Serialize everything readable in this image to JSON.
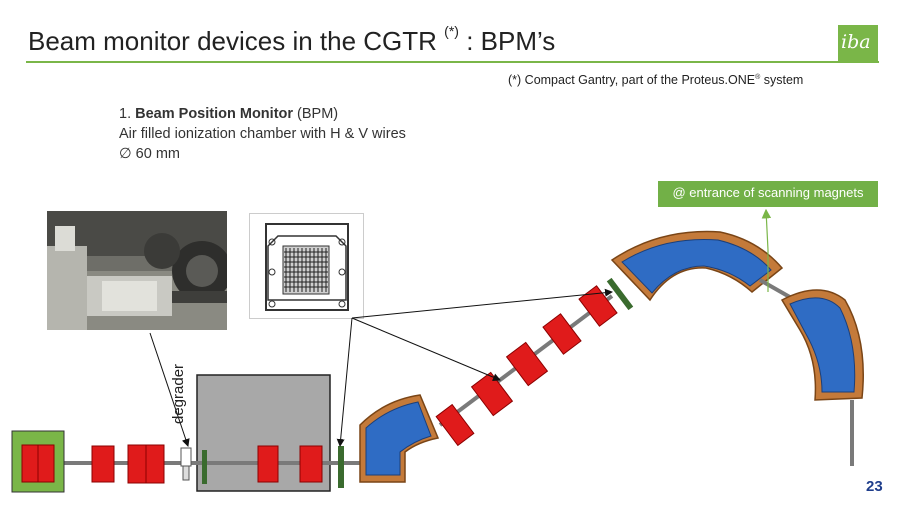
{
  "header": {
    "title": "Beam monitor devices in the CGTR",
    "title_sup": "(*)",
    "title_suffix": ": BPM’s",
    "logo_text": "iba",
    "accent_color": "#7ab648"
  },
  "footnote": {
    "text": "(*) Compact Gantry, part of the Proteus.ONE",
    "reg": "®",
    "suffix": " system"
  },
  "description": {
    "item_prefix": "1. ",
    "item_bold": "Beam Position Monitor",
    "item_suffix": " (BPM)",
    "line2": "Air filled ionization chamber with H & V wires",
    "line3": "∅ 60 mm"
  },
  "location_tag": "@ entrance of scanning magnets",
  "degrader_label": "degrader",
  "page_number": "23",
  "colors": {
    "quadrupole": "#e01b1b",
    "dipole_coil": "#2f6cc4",
    "dipole_yoke": "#c47a3a",
    "bpm": "#3a6b2e",
    "shield_block": "#a8a8a8",
    "beam_pipe": "#7a7a7a"
  },
  "icons": [
    "iba-logo",
    "bpm-photo",
    "bpm-schematic-icon"
  ]
}
